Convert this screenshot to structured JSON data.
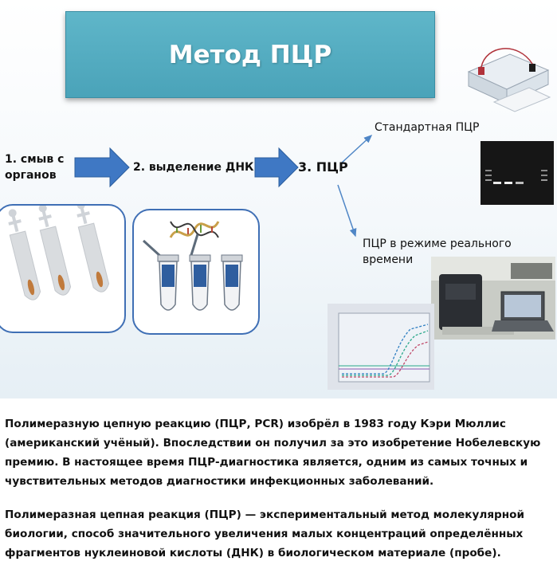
{
  "title": "Метод ПЦР",
  "steps": {
    "step1_line1": "1. смыв с",
    "step1_line2": "органов",
    "step2": "2. выделение ДНК",
    "step3": "3. ПЦР"
  },
  "branches": {
    "standard": "Стандартная ПЦР",
    "realtime_line1": "ПЦР в режиме реального",
    "realtime_line2": "времени"
  },
  "colors": {
    "title_bg": "#4aa3b9",
    "arrow_fill": "#3f78c4",
    "panel_border": "#3f6fb5",
    "sample_fill": "#c07a3c"
  },
  "icons": [
    "swab-tube-icon",
    "dna-helix-icon",
    "extraction-column-icon",
    "gel-electrophoresis-device-icon",
    "gel-image-icon",
    "realtime-cycler-icon",
    "laptop-icon",
    "amplification-plot-icon"
  ],
  "paragraphs": [
    [
      "Полимеразную цепную реакцию (ПЦР, PCR) изобрёл в 1983 году Кэри Мюллис",
      "(американский учёный). Впоследствии он получил за это изобретение Нобелевскую",
      "премию. В настоящее время ПЦР-диагностика является, одним из самых точных и",
      "чувствительных методов диагностики инфекционных заболеваний."
    ],
    [
      "Полимеразная цепная реакция (ПЦР) — экспериментальный метод молекулярной",
      "биологии, способ значительного увеличения малых концентраций определённых",
      "фрагментов нуклеиновой кислоты (ДНК) в биологическом материале (пробе)."
    ]
  ]
}
